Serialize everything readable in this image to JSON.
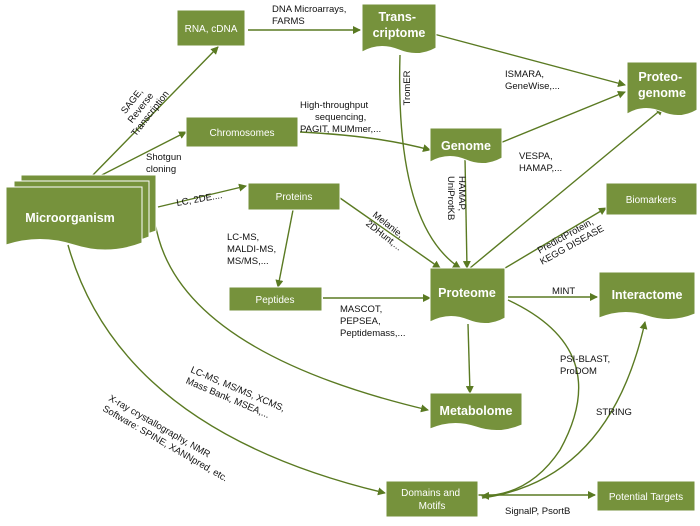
{
  "colors": {
    "box_fill": "#76923c",
    "edge": "#5a7a22",
    "text_on_box": "#ffffff",
    "label_text": "#111111"
  },
  "nodes": {
    "microorganism": "Microorganism",
    "rna_cdna": "RNA, cDNA",
    "transcriptome": [
      "Trans-",
      "criptome"
    ],
    "proteogenome": [
      "Proteo-",
      "genome"
    ],
    "chromosomes": "Chromosomes",
    "genome": "Genome",
    "proteins": "Proteins",
    "biomarkers": "Biomarkers",
    "peptides": "Peptides",
    "proteome": "Proteome",
    "interactome": "Interactome",
    "metabolome": "Metabolome",
    "domains_motifs": [
      "Domains and",
      "Motifs"
    ],
    "potential_targets": "Potential Targets"
  },
  "edge_labels": {
    "dna_microarrays": [
      "DNA Microarrays,",
      "FARMS"
    ],
    "sage": [
      "SAGE,",
      "Reverse",
      "Transcription"
    ],
    "tromer": "TromER",
    "ismara": [
      "ISMARA,",
      "GeneWise,..."
    ],
    "high_throughput": [
      "High-throughput",
      "sequencing,",
      "PAGIT, MUMmer,..."
    ],
    "shotgun": [
      "Shotgun",
      "cloning"
    ],
    "vespa": [
      "VESPA,",
      "HAMAP,..."
    ],
    "hamap_uniprot": [
      "HAMAP,",
      "UniProtKB"
    ],
    "lc_2de": "LC, 2DE....",
    "melanie": [
      "Melanie,",
      "2DHunt,..."
    ],
    "predict_protein": [
      "PredictProtein,",
      "KEGG DISEASE"
    ],
    "lc_ms_maldi": [
      "LC-MS,",
      "MALDI-MS,",
      "MS/MS,..."
    ],
    "mascot": [
      "MASCOT,",
      "PEPSEA,",
      "Peptidemass,..."
    ],
    "mint": "MINT",
    "lc_ms_xcms": [
      "LC-MS, MS/MS, XCMS,",
      "Mass Bank, MSEA,..."
    ],
    "psi_blast": [
      "PSI-BLAST,",
      "ProDOM"
    ],
    "string": "STRING",
    "xray": [
      "X-ray crystallography, NMR",
      "Software: SPINE, XANNpred, etc."
    ],
    "signalp": "SignalP, PsortB"
  }
}
